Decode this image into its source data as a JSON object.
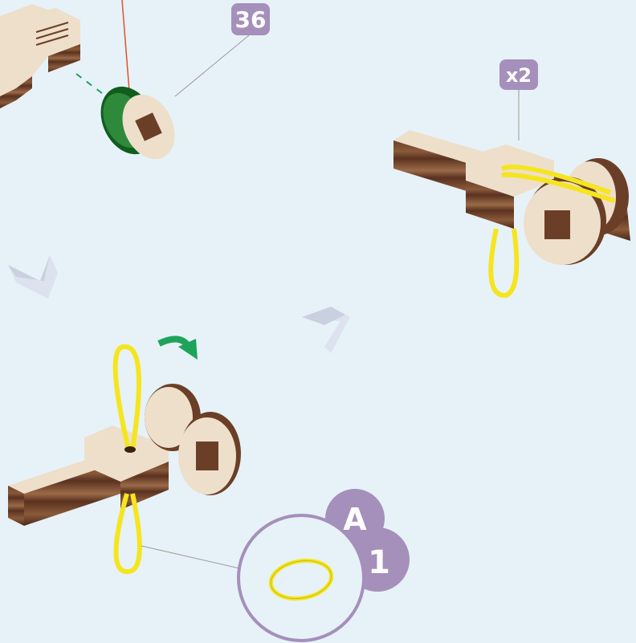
{
  "labels": {
    "part_number": "36",
    "quantity": "x2",
    "bag_letter": "A",
    "bag_count": "1"
  },
  "colors": {
    "background": "#e6f2f8",
    "badge": "#a58fbb",
    "wood_light": "#eedfcb",
    "wood_dark": "#6b3f27",
    "elastic": "#f5e51f",
    "spacer_green": "#0f5e1e",
    "arrow_green": "#1fa35a",
    "guide_red": "#e0502a",
    "leader_grey": "#9a9a9a"
  },
  "icons": [
    "rotate-arrow-icon",
    "step-chevron-icon"
  ]
}
